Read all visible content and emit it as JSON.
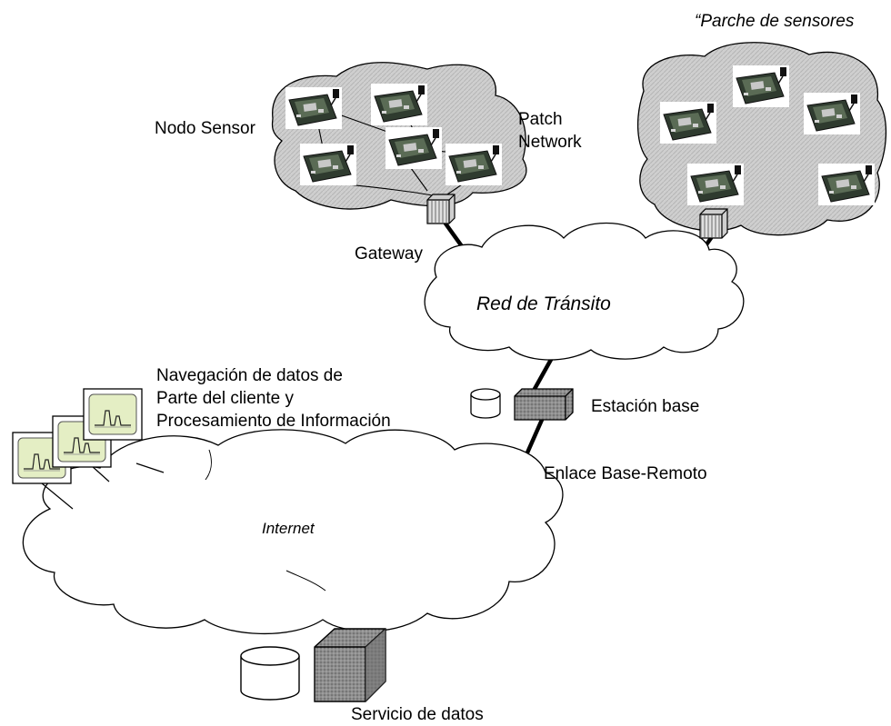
{
  "labels": {
    "parche_sensores": "“Parche de sensores",
    "nodo_sensor": "Nodo Sensor",
    "patch_network_1": "Patch",
    "patch_network_2": "Network",
    "gateway": "Gateway",
    "red_transito": "Red de Tránsito",
    "navegacion_1": "Navegación de datos de",
    "navegacion_2": "Parte del cliente y",
    "navegacion_3": "Procesamiento de Información",
    "estacion_base": "Estación base",
    "enlace": "Enlace Base-Remoto",
    "internet": "Internet",
    "servicio_datos": "Servicio de datos"
  },
  "icons": {
    "sensor_node": "sensor-board-icon",
    "gateway": "gateway-box-icon",
    "base_station": "base-station-icon",
    "database": "database-cylinder-icon",
    "monitor": "monitor-waveform-icon",
    "data_server": "data-server-icon"
  },
  "colors": {
    "patch_fill": "#d8d8d8",
    "cloud_fill": "#ffffff",
    "box_fill": "#909090",
    "screen_fill": "#e6f0c8",
    "board_fill": "#3a4a3a"
  }
}
